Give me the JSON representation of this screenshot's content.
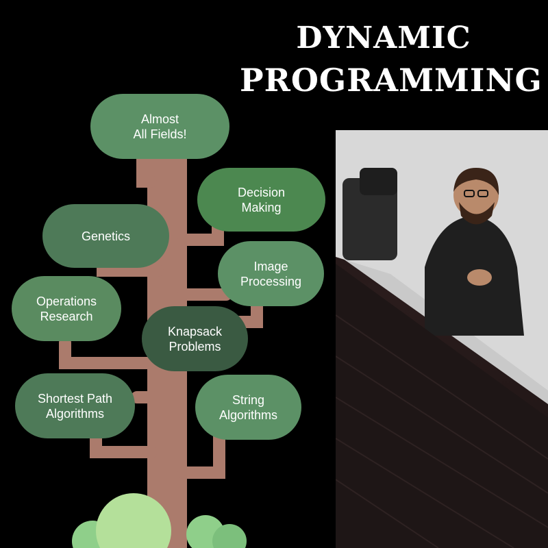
{
  "title": {
    "line1": "DYNAMIC",
    "line2": "PROGRAMMING"
  },
  "leaves": {
    "almost": {
      "line1": "Almost",
      "line2": "All Fields!"
    },
    "decision": {
      "line1": "Decision",
      "line2": "Making"
    },
    "genetics": {
      "line1": "Genetics"
    },
    "image": {
      "line1": "Image",
      "line2": "Processing"
    },
    "operations": {
      "line1": "Operations",
      "line2": "Research"
    },
    "knapsack": {
      "line1": "Knapsack",
      "line2": "Problems"
    },
    "shortest": {
      "line1": "Shortest Path",
      "line2": "Algorithms"
    },
    "string": {
      "line1": "String",
      "line2": "Algorithms"
    }
  },
  "colors": {
    "trunk": "#ab7b6c",
    "leaf_light": "#5c9166",
    "leaf_mid": "#4c8850",
    "leaf_dark": "#3a5a42",
    "bush_light": "#b4e09a",
    "bush_mid": "#8fcf8a",
    "background": "#000000"
  },
  "photo": {
    "description_icon": "presenter-photo-icon"
  }
}
